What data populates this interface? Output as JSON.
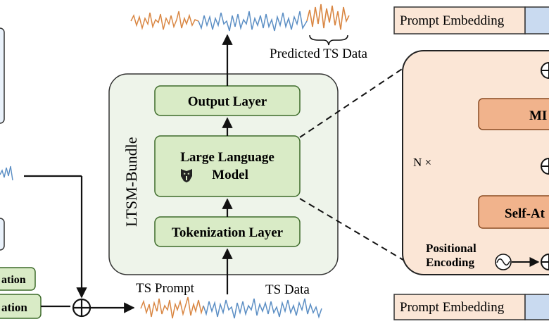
{
  "bundle": {
    "title": "LTSM-Bundle",
    "output_layer": "Output Layer",
    "llm_line1": "Large Language",
    "llm_line2": "Model",
    "tokenization_layer": "Tokenization Layer"
  },
  "labels": {
    "predicted_ts_data": "Predicted TS Data",
    "ts_prompt": "TS Prompt",
    "ts_data": "TS Data",
    "prompt_embedding_top": "Prompt Embedding",
    "prompt_embedding_bottom": "Prompt Embedding",
    "n_times": "N ×",
    "mlp_partial": "MI",
    "self_attn_partial": "Self-At",
    "positional_line1": "Positional",
    "positional_line2": "Encoding",
    "left_box_1_partial": "ation",
    "left_box_2_partial": "ation"
  },
  "colors": {
    "green_fill": "#d9ebc6",
    "green_stroke": "#3d6b2a",
    "bundle_fill": "#eef4ea",
    "orange_series": "#d98642",
    "blue_series": "#5b8ec4",
    "peach_panel": "#fbe6d6",
    "orange_block": "#f1b38c",
    "embed_blue": "#c9daf0"
  }
}
